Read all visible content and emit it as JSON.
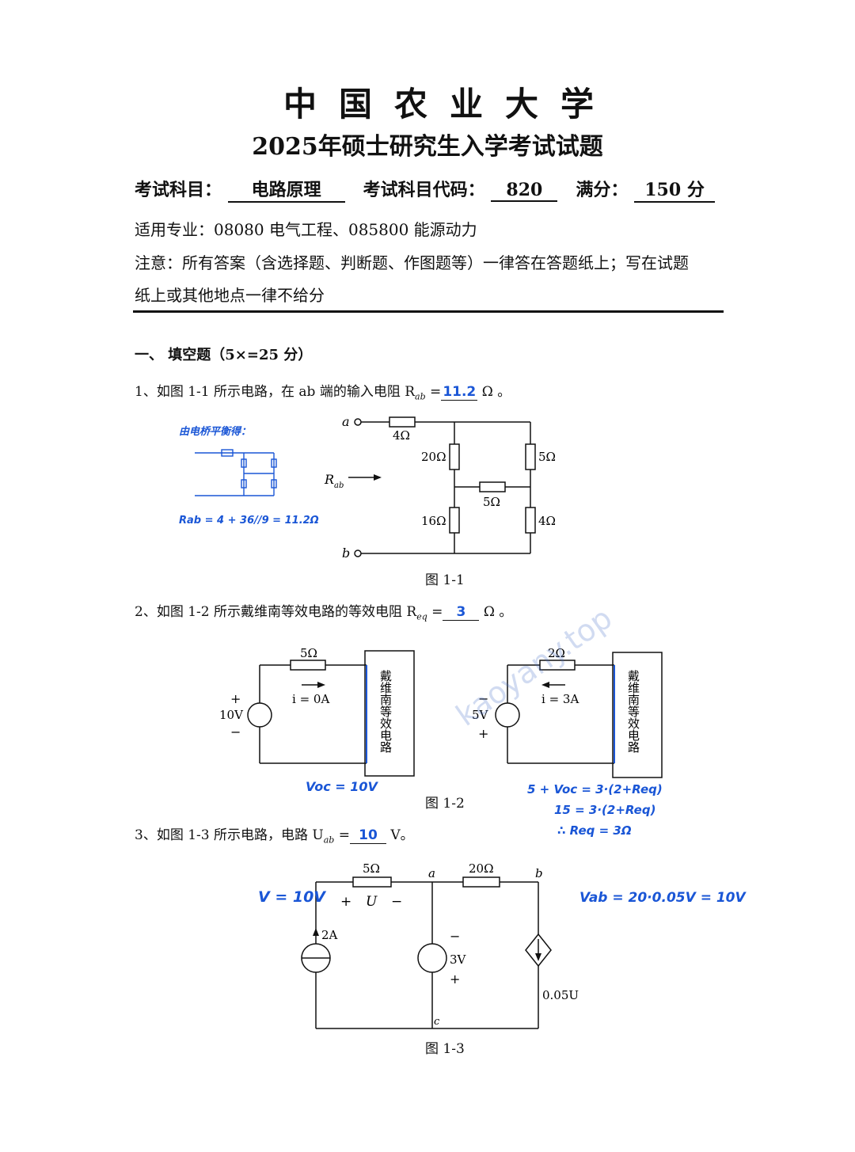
{
  "header": {
    "university": "中国农业大学",
    "exam_title": "2025年硕士研究生入学考试试题",
    "subject_label": "考试科目：",
    "subject": "电路原理",
    "code_label": "考试科目代码：",
    "code": "820",
    "score_label": "满分：",
    "score": "150 分"
  },
  "majors": "适用专业：08080 电气工程、085800 能源动力",
  "notice_line1": "注意：所有答案（含选择题、判断题、作图题等）一律答在答题纸上；写在试题",
  "notice_line2": "纸上或其他地点一律不给分",
  "section1": "一、 填空题（5×=25 分）",
  "q1": {
    "text": "1、如图 1-1 所示电路，在 ab 端的输入电阻 R",
    "sub": "ab",
    "eq": " =",
    "answer": "11.2",
    "unit": " Ω 。",
    "caption": "图 1-1"
  },
  "q2": {
    "text": "2、如图 1-2 所示戴维南等效电路的等效电阻 R",
    "sub": "eq",
    "eq": " =",
    "answer": "3",
    "unit": " Ω 。",
    "caption": "图 1-2"
  },
  "q3": {
    "text": "3、如图 1-3 所示电路，电路 U",
    "sub": "ab",
    "eq": " =",
    "answer": "10",
    "unit": " V。",
    "caption": "图 1-3"
  },
  "fig1": {
    "a": "a",
    "b": "b",
    "r1": "4Ω",
    "r2": "20Ω",
    "r3": "5Ω",
    "r4": "5Ω",
    "r5": "16Ω",
    "r6": "4Ω",
    "rab": "R",
    "rab_sub": "ab"
  },
  "fig2": {
    "left_r": "5Ω",
    "left_i": "i = 0A",
    "left_v": "10V",
    "right_r": "2Ω",
    "right_i": "i = 3A",
    "right_v": "5V",
    "box": "戴维南等效电路"
  },
  "fig3": {
    "r1": "5Ω",
    "r2": "20Ω",
    "a": "a",
    "b": "b",
    "c": "c",
    "u": "U",
    "is": "2A",
    "vs": "3V",
    "dep": "0.05U"
  },
  "handwriting": {
    "h1_title": "由电桥平衡得：",
    "h1_eq": "Rab = 4 + 36//9 = 11.2Ω",
    "h2_voc": "Voc = 10V",
    "h2_eq1": "5 + Voc = 3·(2+Req)",
    "h2_eq2": "15 = 3·(2+Req)",
    "h2_eq3": "∴ Req = 3Ω",
    "h3_v": "V = 10V",
    "h3_eq": "Vab = 20·0.05V = 10V"
  },
  "watermark": "kaoyany.top"
}
